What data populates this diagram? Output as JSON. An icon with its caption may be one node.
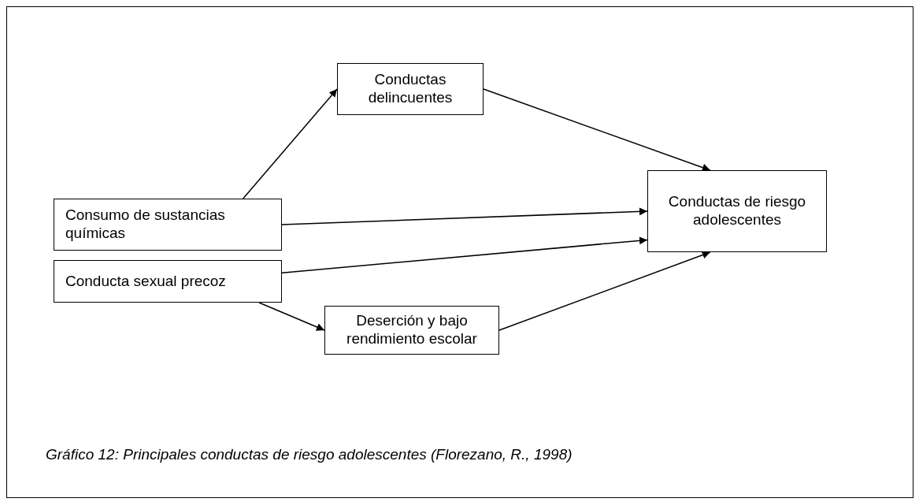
{
  "diagram": {
    "caption": "Gráfico 12: Principales conductas de riesgo adolescentes (Florezano, R., 1998)",
    "nodes": [
      {
        "text": [
          "Conductas delincuentes"
        ]
      },
      {
        "text": [
          "Consumo de sustancias químicas"
        ]
      },
      {
        "text": [
          "Conductas de riesgo adolescentes"
        ]
      },
      {
        "text": [
          "Conducta sexual precoz"
        ]
      },
      {
        "text": [
          "Deserción y bajo rendimiento escolar"
        ]
      }
    ],
    "edges": [
      {
        "from": 1,
        "to": 0,
        "arrow": "to"
      },
      {
        "from": 0,
        "to": 2,
        "arrow": "to"
      },
      {
        "from": 1,
        "to": 2,
        "arrow": "to"
      },
      {
        "from": 3,
        "to": 2,
        "arrow": "to"
      },
      {
        "from": 3,
        "to": 4,
        "arrow": "to"
      },
      {
        "from": 4,
        "to": 2,
        "arrow": "to"
      }
    ]
  }
}
